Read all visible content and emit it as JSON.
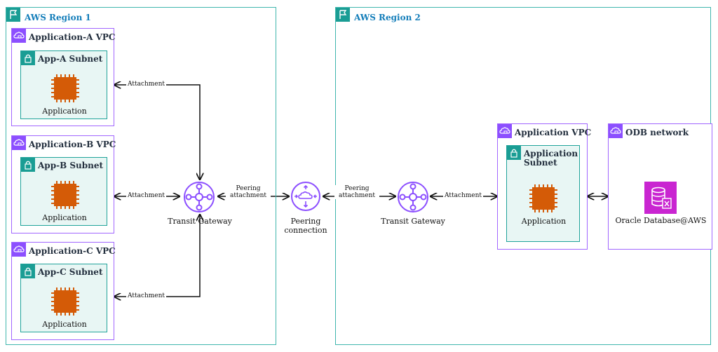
{
  "regions": [
    {
      "title": "AWS Region 1"
    },
    {
      "title": "AWS Region 2"
    }
  ],
  "vpcs": {
    "a": {
      "title": "Application-A VPC",
      "subnet": "App-A Subnet",
      "app": "Application"
    },
    "b": {
      "title": "Application-B VPC",
      "subnet": "App-B Subnet",
      "app": "Application"
    },
    "c": {
      "title": "Application-C VPC",
      "subnet": "App-C Subnet",
      "app": "Application"
    },
    "r2": {
      "title": "Application VPC",
      "subnet_line1": "Application",
      "subnet_line2": "Subnet",
      "app": "Application"
    },
    "odb": {
      "title": "ODB network",
      "db": "Oracle Database@AWS"
    }
  },
  "labels": {
    "attachment": "Attachment",
    "tgw": "Transit Gateway",
    "peering_att_1": "Peering",
    "peering_att_2": "attachment",
    "peering_conn_1": "Peering",
    "peering_conn_2": "connection"
  },
  "colors": {
    "region_border": "#3fb6ad",
    "vpc_border": "#a166ff",
    "subnet_fill": "#e8f6f4",
    "compute": "#d45b07",
    "tgw": "#8c4fff",
    "db": "#c925d1"
  }
}
